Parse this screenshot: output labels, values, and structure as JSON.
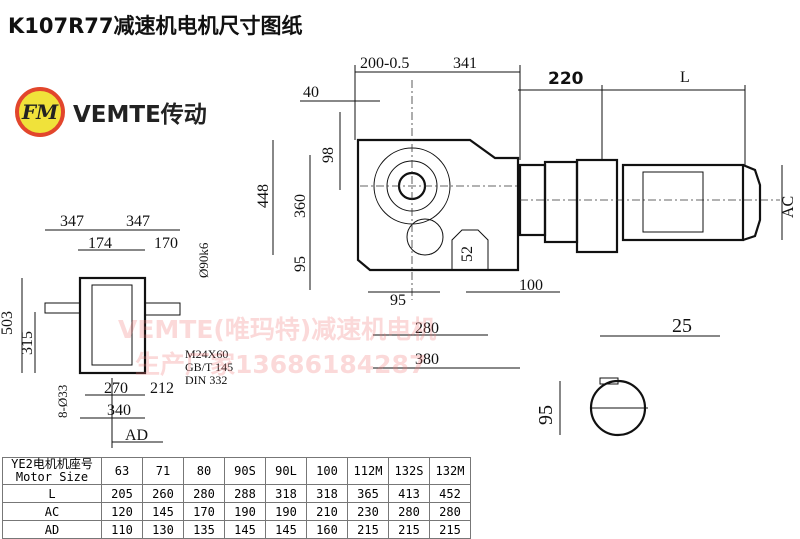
{
  "title": "K107R77减速机电机尺寸图纸",
  "logo": {
    "mark": "FM",
    "brand": "VEMTE传动"
  },
  "watermark": {
    "line1": "VEMTE(唯玛特)减速机电机",
    "line2": "生产厂家13686184287"
  },
  "dimensions": {
    "d200": "200-0.5",
    "d341": "341",
    "d40": "40",
    "d220": "220",
    "dL": "L",
    "d98": "98",
    "d448": "448",
    "d360": "360",
    "d95a": "95",
    "dAC": "AC",
    "d52": "52",
    "d100": "100",
    "d95b": "95",
    "d280": "280",
    "d380": "380",
    "d347a": "347",
    "d347b": "347",
    "d174": "174",
    "d170": "170",
    "d90": "Ø90k6",
    "d503": "503",
    "d315": "315",
    "d833": "8-Ø33",
    "d270": "270",
    "d212": "212",
    "d340": "340",
    "dAD": "AD",
    "note1": "M24X60",
    "note2": "GB/T 145",
    "note3": "DIN 332",
    "d25": "25",
    "d95c": "95"
  },
  "table": {
    "header_line1": "YE2电机机座号",
    "header_line2": "Motor Size",
    "sizes": [
      "63",
      "71",
      "80",
      "90S",
      "90L",
      "100",
      "112M",
      "132S",
      "132M"
    ],
    "rows": [
      {
        "label": "L",
        "values": [
          "205",
          "260",
          "280",
          "288",
          "318",
          "318",
          "365",
          "413",
          "452"
        ]
      },
      {
        "label": "AC",
        "values": [
          "120",
          "145",
          "170",
          "190",
          "190",
          "210",
          "230",
          "280",
          "280"
        ]
      },
      {
        "label": "AD",
        "values": [
          "110",
          "130",
          "135",
          "145",
          "145",
          "160",
          "215",
          "215",
          "215"
        ]
      }
    ]
  }
}
